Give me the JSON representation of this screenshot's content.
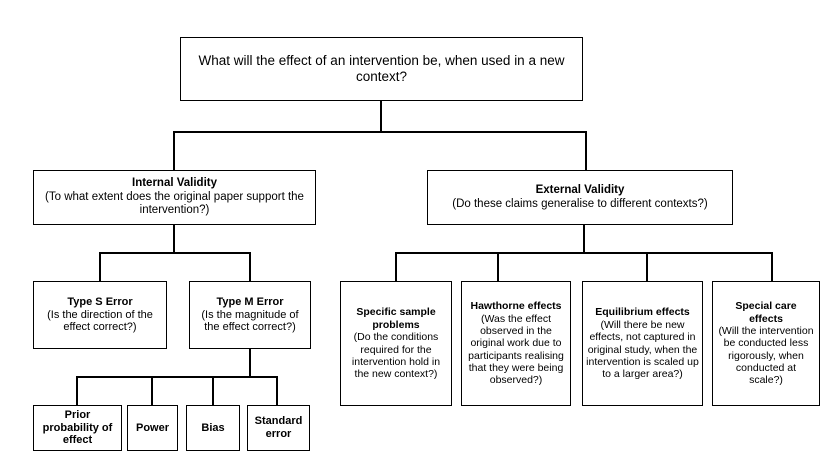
{
  "diagram": {
    "title_text": "What will the effect of an intervention be, when used in a new context?",
    "root": {
      "text": "What will the effect of an intervention be, when used in a new context?"
    },
    "branches": {
      "internal": {
        "title": "Internal Validity",
        "subtitle": "(To what extent does the original paper support the intervention?)",
        "children": [
          {
            "title": "Type S Error",
            "subtitle": "(Is the direction of the effect correct?)"
          },
          {
            "title": "Type M Error",
            "subtitle": "(Is the magnitude of the effect correct?)",
            "children": [
              {
                "title": "Prior probability of effect"
              },
              {
                "title": "Power"
              },
              {
                "title": "Bias"
              },
              {
                "title": "Standard error"
              }
            ]
          }
        ]
      },
      "external": {
        "title": "External Validity",
        "subtitle": "(Do these claims generalise to different contexts?)",
        "children": [
          {
            "title": "Specific sample problems",
            "subtitle": "(Do the conditions required for the intervention hold in the new context?)"
          },
          {
            "title": "Hawthorne effects",
            "subtitle": "(Was the effect observed in the original work due to participants realising that they were being observed?)"
          },
          {
            "title": "Equilibrium effects",
            "subtitle": "(Will there be new effects, not captured in original study, when the intervention is scaled up to a larger area?)"
          },
          {
            "title": "Special care effects",
            "subtitle": "(Will the intervention be conducted less rigorously, when conducted at scale?)"
          }
        ]
      }
    },
    "colors": {
      "line": "#000000",
      "box_border": "#000000",
      "background": "#ffffff",
      "text": "#000000"
    }
  }
}
